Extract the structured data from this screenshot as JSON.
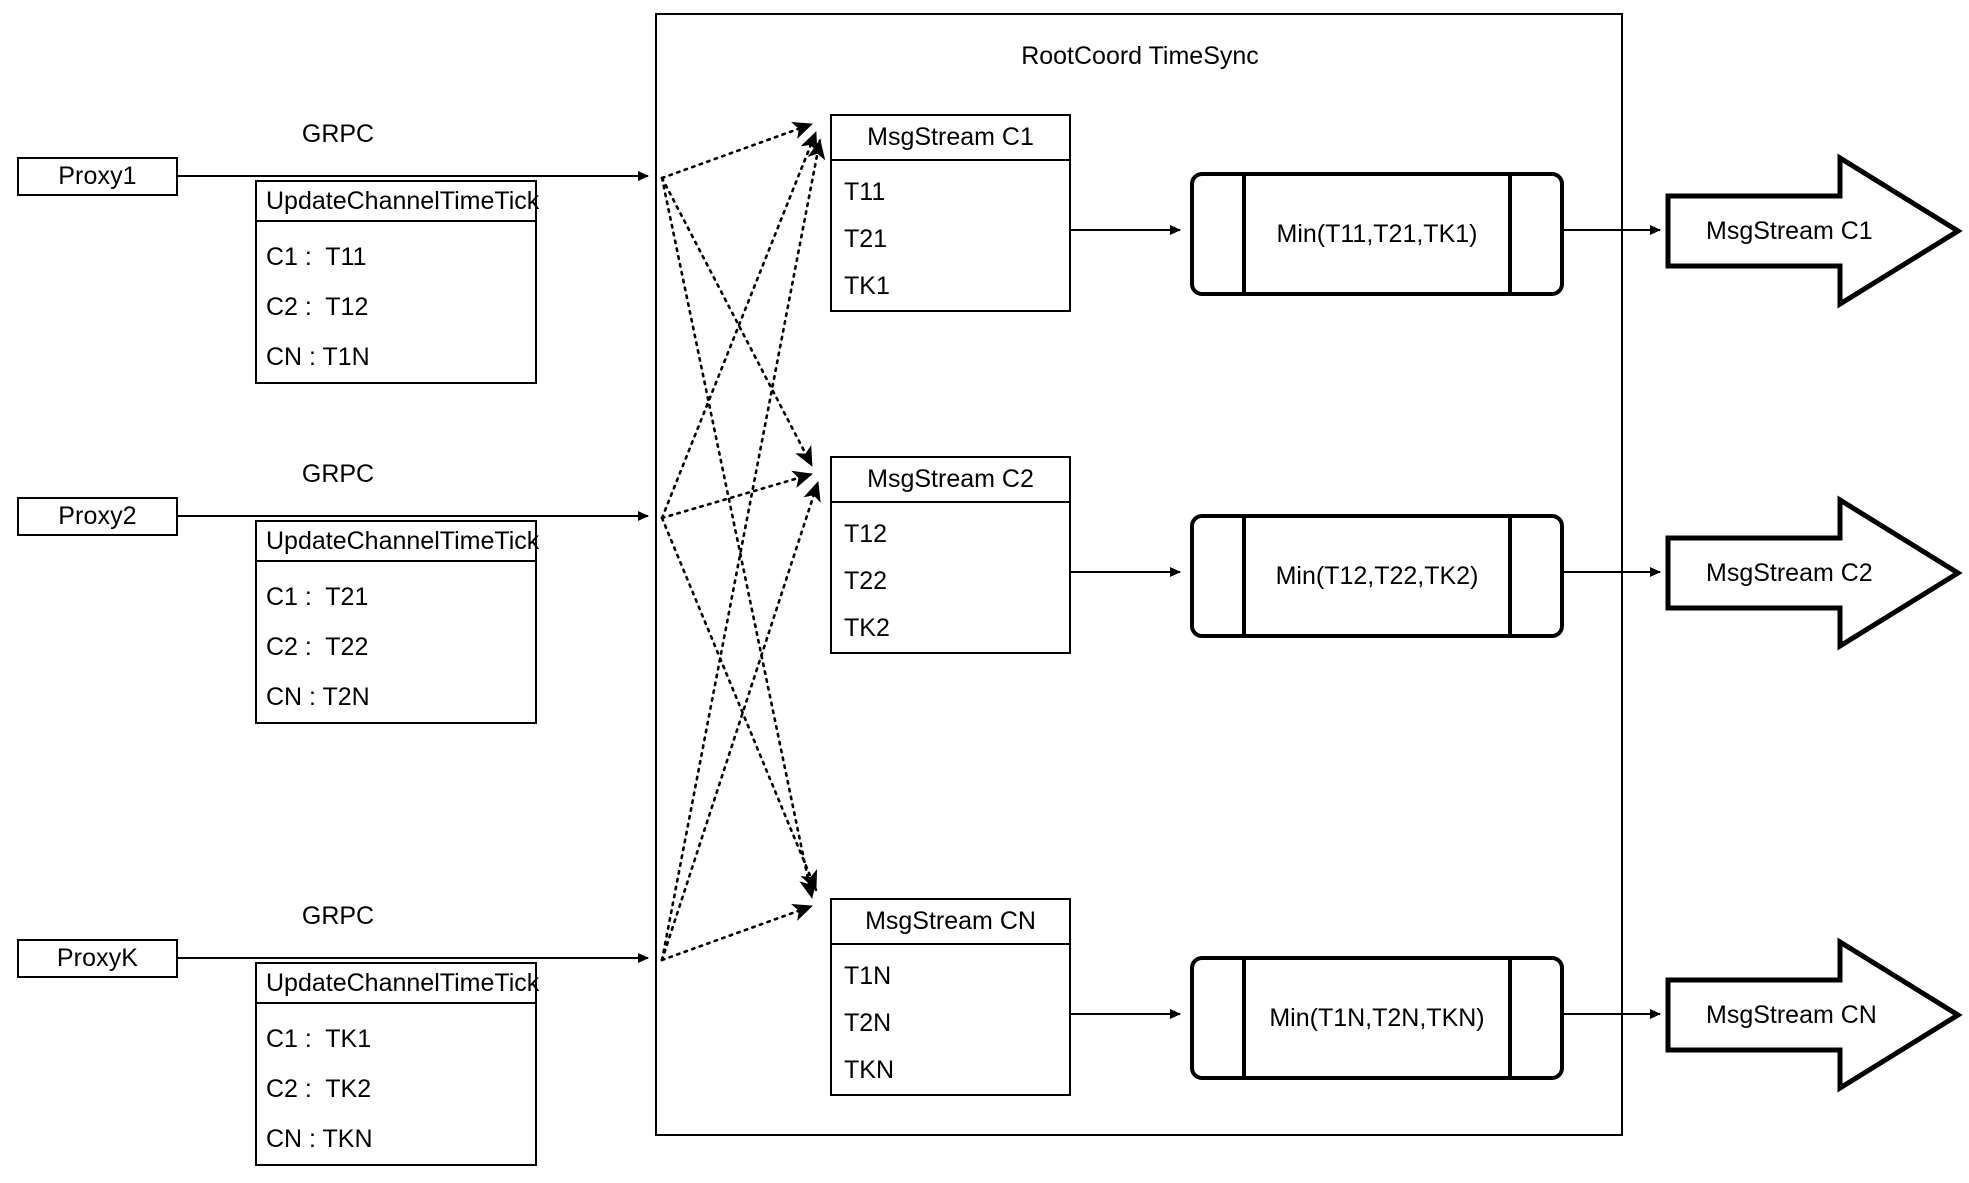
{
  "diagram": {
    "title": "RootCoord TimeSync",
    "edge_label": "GRPC"
  },
  "proxies": [
    {
      "name": "Proxy1",
      "edge_label": "GRPC",
      "tick_title": "UpdateChannelTimeTick",
      "rows": [
        "C1 :  T11",
        "C2 :  T12",
        "CN : T1N"
      ]
    },
    {
      "name": "Proxy2",
      "edge_label": "GRPC",
      "tick_title": "UpdateChannelTimeTick",
      "rows": [
        "C1 :  T21",
        "C2 :  T22",
        "CN : T2N"
      ]
    },
    {
      "name": "ProxyK",
      "edge_label": "GRPC",
      "tick_title": "UpdateChannelTimeTick",
      "rows": [
        "C1 :  TK1",
        "C2 :  TK2",
        "CN : TKN"
      ]
    }
  ],
  "channels": [
    {
      "stream_title": "MsgStream C1",
      "ticks": [
        "T11",
        "T21",
        "TK1"
      ],
      "min_label": "Min(T11,T21,TK1)",
      "output_label": "MsgStream C1"
    },
    {
      "stream_title": "MsgStream C2",
      "ticks": [
        "T12",
        "T22",
        "TK2"
      ],
      "min_label": "Min(T12,T22,TK2)",
      "output_label": "MsgStream C2"
    },
    {
      "stream_title": "MsgStream CN",
      "ticks": [
        "T1N",
        "T2N",
        "TKN"
      ],
      "min_label": "Min(T1N,T2N,TKN)",
      "output_label": "MsgStream CN"
    }
  ],
  "colors": {
    "stroke": "#000000",
    "background": "#ffffff"
  }
}
